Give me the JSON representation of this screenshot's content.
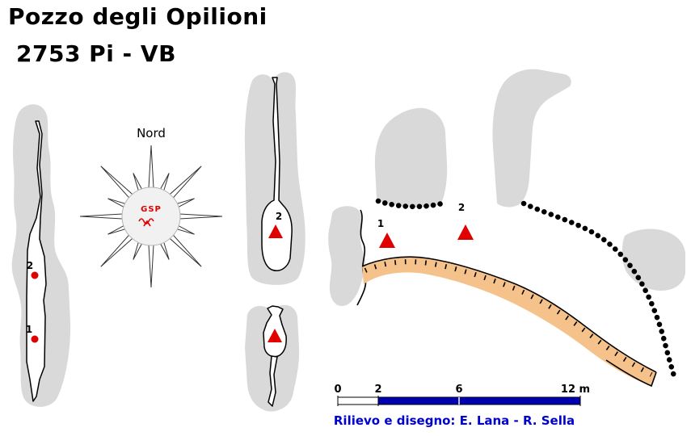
{
  "title": {
    "line1": "Pozzo degli Opilioni",
    "line2": "2753 Pi - VB"
  },
  "compass": {
    "label": "Nord",
    "logo_text": "GSP"
  },
  "profile_left": {
    "station_upper": "2",
    "station_lower": "1"
  },
  "section_middle": {
    "station": "2"
  },
  "plan": {
    "station_1": "1",
    "station_2": "2"
  },
  "scale_bar": {
    "tick_0": "0",
    "tick_2": "2",
    "tick_6": "6",
    "tick_12": "12 m"
  },
  "credit": "Rilievo e disegno: E. Lana - R. Sella",
  "colors": {
    "rock_fill": "#d9d9d9",
    "station_red": "#e00000",
    "floor_orange": "#f6c28b",
    "scale_blue": "#0000b0",
    "credit_blue": "#0000cc"
  }
}
